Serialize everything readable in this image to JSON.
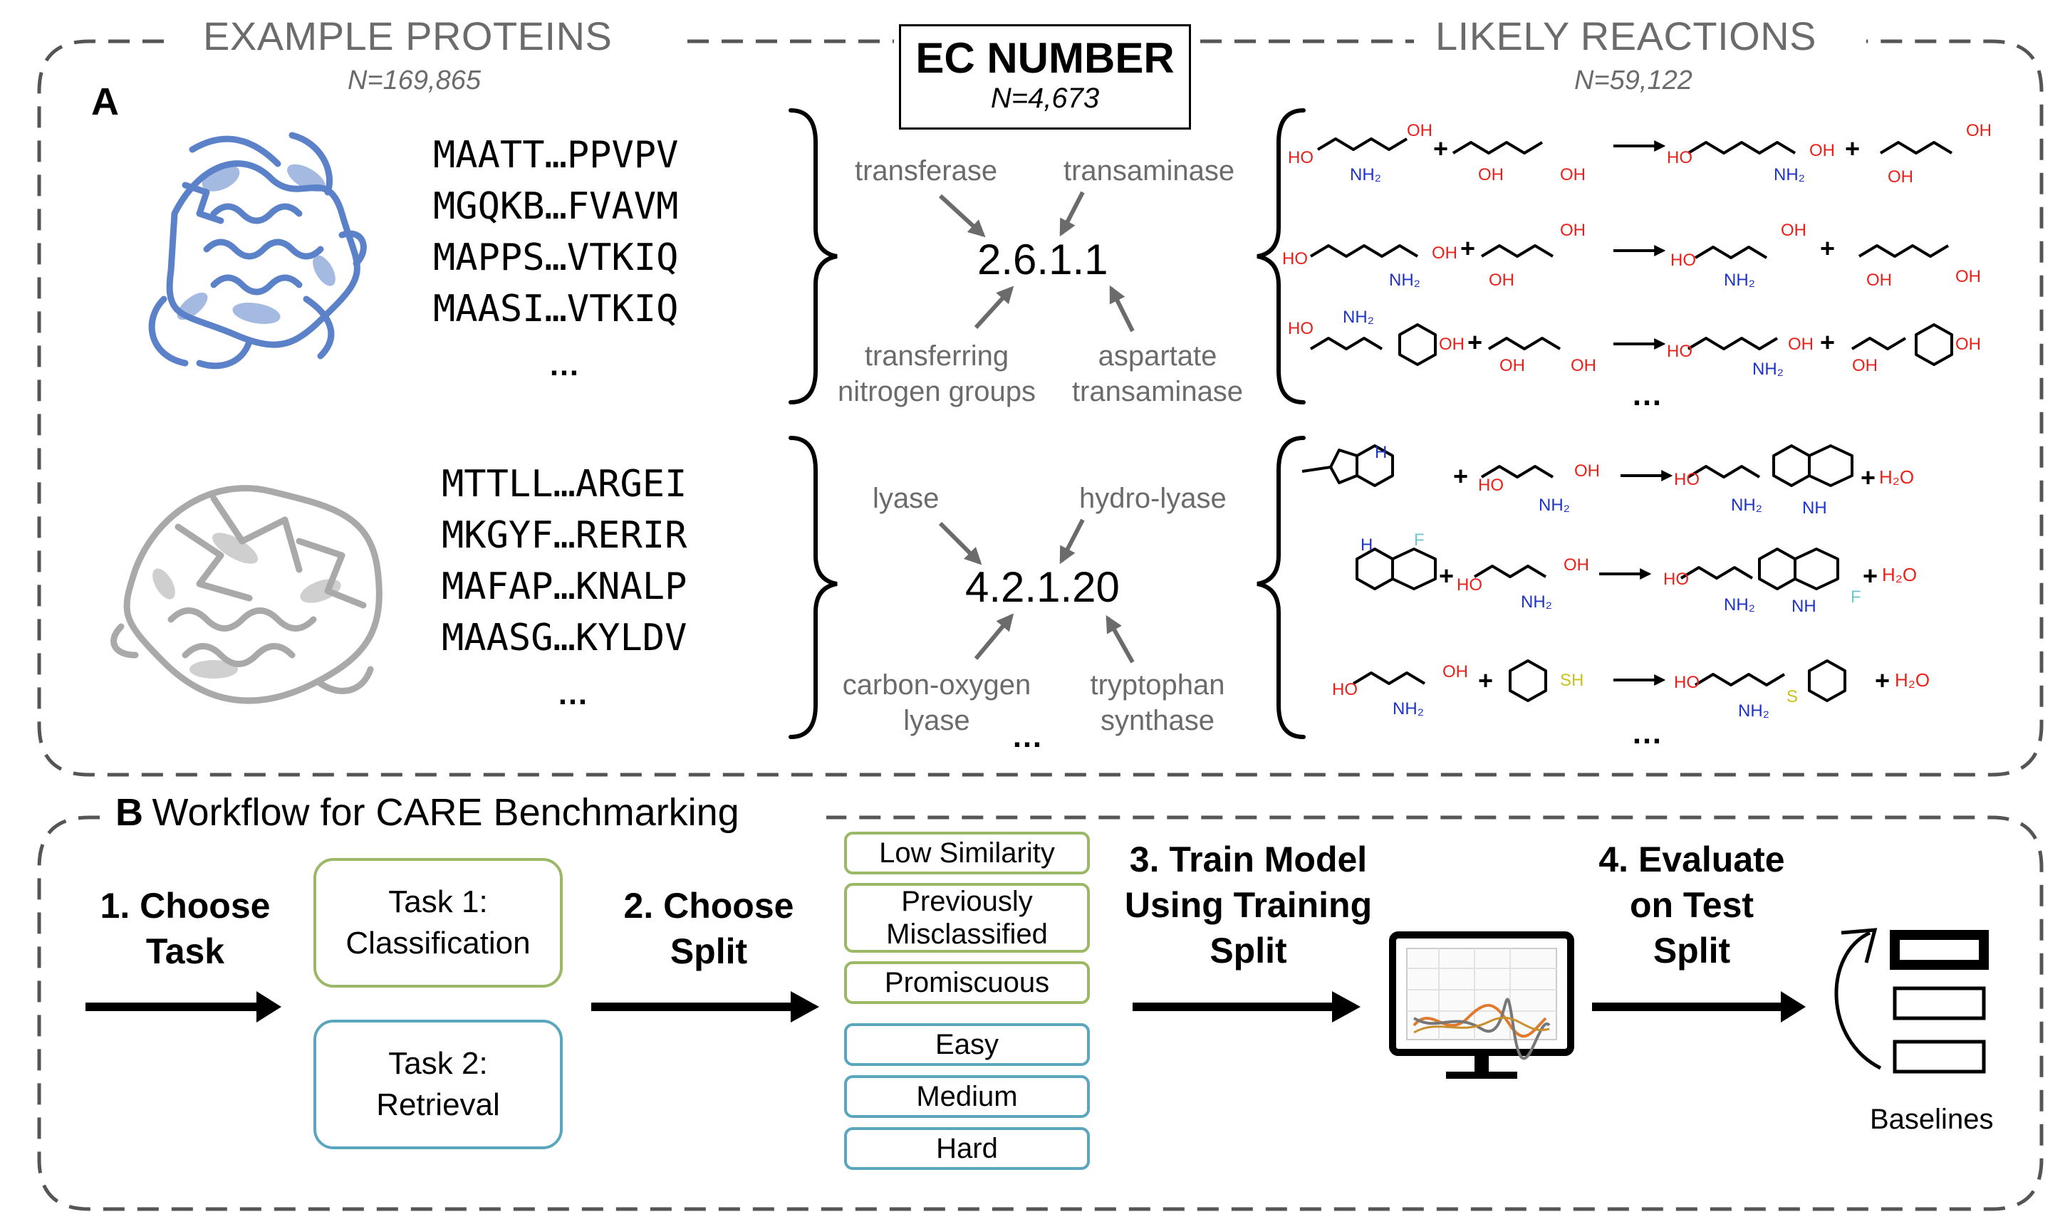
{
  "headers": {
    "example_proteins": "EXAMPLE PROTEINS",
    "example_proteins_n": "N=169,865",
    "ec_number": "EC NUMBER",
    "ec_number_n": "N=4,673",
    "likely_reactions": "LIKELY REACTIONS",
    "likely_reactions_n": "N=59,122"
  },
  "panel_a": {
    "letter": "A",
    "ellipsis": "…",
    "group1": {
      "sequences": [
        "MAATT…PPVPV",
        "MGQKB…FVAVM",
        "MAPPS…VTKIQ",
        "MAASI…VTKIQ"
      ],
      "ec": "2.6.1.1",
      "labels": {
        "top_left": "transferase",
        "top_right": "transaminase",
        "bottom_left_1": "transferring",
        "bottom_left_2": "nitrogen groups",
        "bottom_right_1": "aspartate",
        "bottom_right_2": "transaminase"
      },
      "protein_color": "#5b82c9"
    },
    "group2": {
      "sequences": [
        "MTTLL…ARGEI",
        "MKGYF…RERIR",
        "MAFAP…KNALP",
        "MAASG…KYLDV"
      ],
      "ec": "4.2.1.20",
      "labels": {
        "top_left": "lyase",
        "top_right": "hydro-lyase",
        "bottom_left_1": "carbon-oxygen",
        "bottom_left_2": "lyase",
        "bottom_right_1": "tryptophan",
        "bottom_right_2": "synthase"
      },
      "protein_color": "#a9a9a9"
    },
    "molecule_labels": {
      "oh": "OH",
      "ho": "HO",
      "nh2": "NH₂",
      "h2o": "H₂O",
      "nh": "NH",
      "h": "H",
      "f": "F",
      "sh": "SH",
      "s": "S",
      "plus": "+"
    }
  },
  "panel_b": {
    "letter": "B",
    "title": "Workflow for CARE Benchmarking",
    "step1_line1": "1.  Choose",
    "step1_line2": "Task",
    "task1_line1": "Task 1:",
    "task1_line2": "Classification",
    "task2_line1": "Task 2:",
    "task2_line2": "Retrieval",
    "step2_line1": "2. Choose",
    "step2_line2": "Split",
    "splits_green": [
      "Low Similarity",
      "Previously Misclassified",
      "Promiscuous"
    ],
    "splits_blue": [
      "Easy",
      "Medium",
      "Hard"
    ],
    "step3_line1": "3. Train Model",
    "step3_line2": "Using Training",
    "step3_line3": "Split",
    "step4_line1": "4. Evaluate",
    "step4_line2": "on Test",
    "step4_line3": "Split",
    "baselines": "Baselines"
  },
  "colors": {
    "green_border": "#9ab865",
    "blue_border": "#5aa6bd",
    "header_gray": "#6b6b6b",
    "oxygen_red": "#e8221b",
    "nitrogen_blue": "#1e33c8",
    "fluorine_teal": "#6fc7cf",
    "sulfur_yellow": "#c9c21a"
  }
}
